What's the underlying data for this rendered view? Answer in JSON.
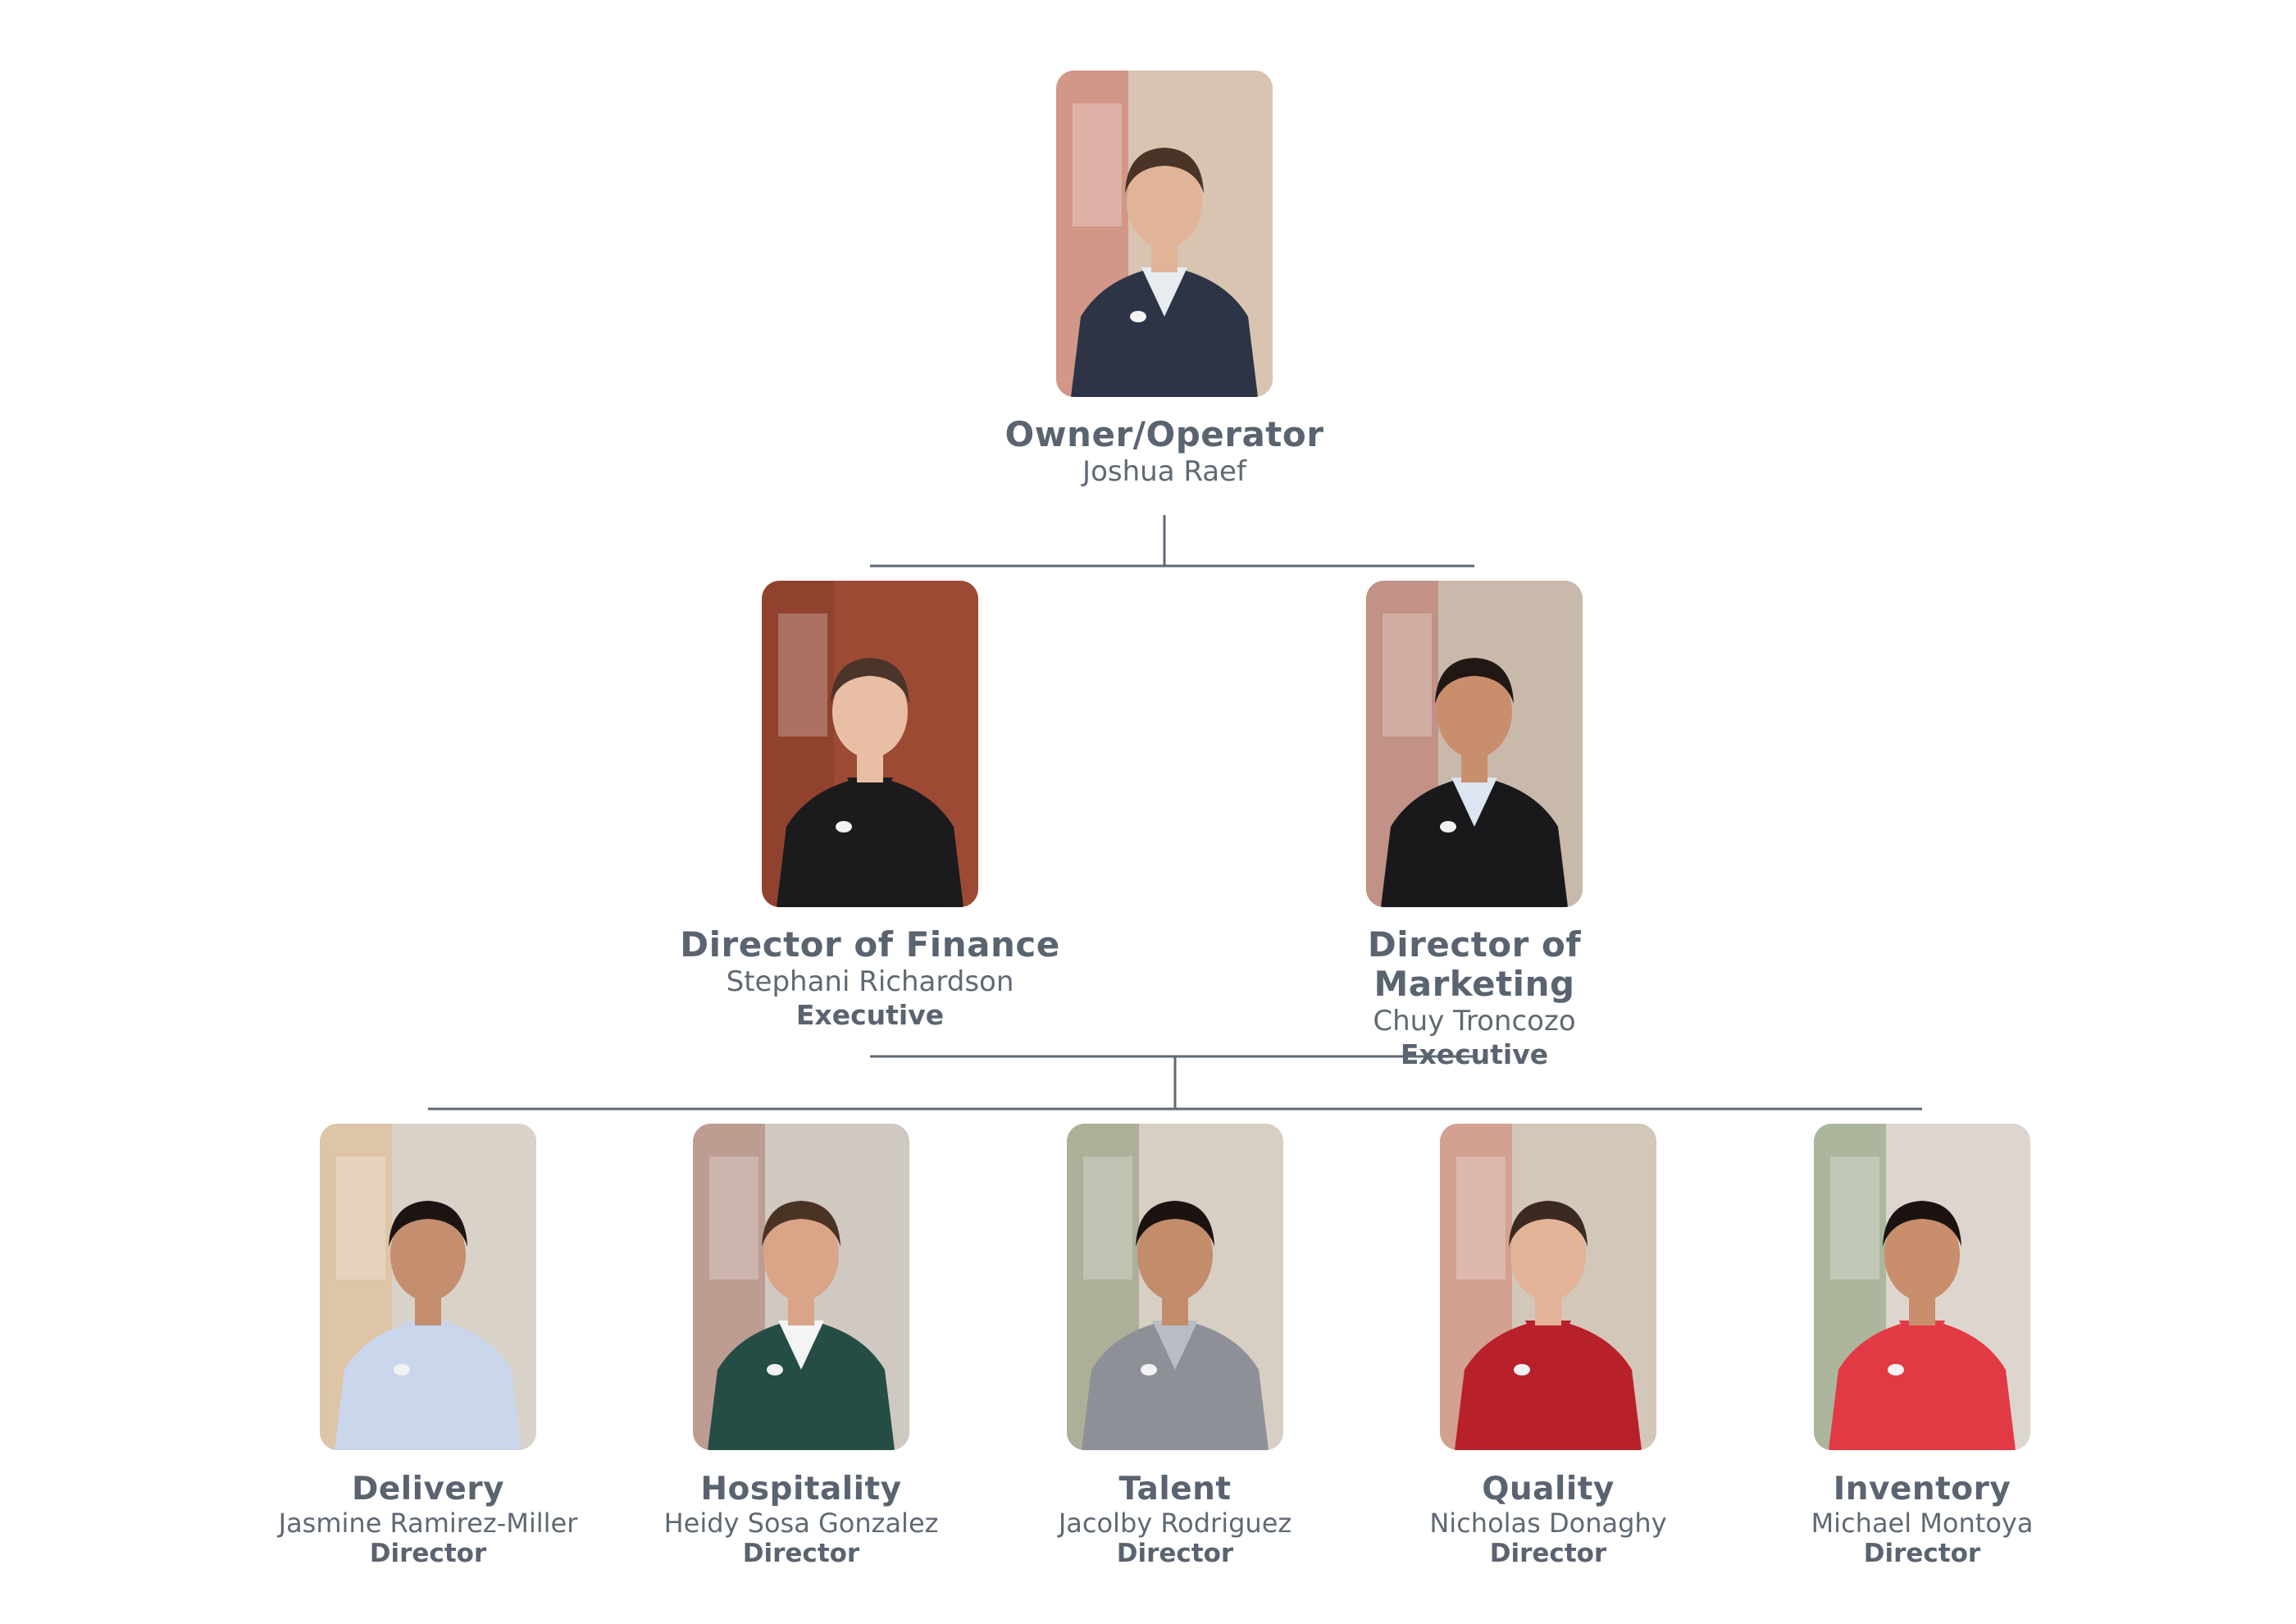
{
  "colors": {
    "line": "#5f6a75",
    "text": "#5a6470",
    "background": "#ffffff"
  },
  "owner": {
    "role": "Owner/Operator",
    "name": "Joshua Raef",
    "photo": {
      "bg": "#d8c4b0",
      "accent": "#c9463f",
      "shirt": "#e8ecf0",
      "body": "#2c3446",
      "skin": "#e2b497",
      "hair": "#4a3327"
    }
  },
  "executives": [
    {
      "role": "Director of Finance",
      "name": "Stephani Richardson",
      "level": "Executive",
      "photo": {
        "bg": "#9c4a34",
        "accent": "#7a3526",
        "shirt": "#1b1b1d",
        "body": "#1b1b1d",
        "skin": "#e8bfa5",
        "hair": "#4b352b"
      }
    },
    {
      "role": "Director of Marketing",
      "name": "Chuy Troncozo",
      "level": "Executive",
      "photo": {
        "bg": "#c9b9ab",
        "accent": "#b24a3e",
        "shirt": "#dde5f3",
        "body": "#19191c",
        "skin": "#c98f6c",
        "hair": "#211714"
      }
    }
  ],
  "directors": [
    {
      "role": "Delivery",
      "name": "Jasmine Ramirez-Miller",
      "level": "Director",
      "photo": {
        "bg": "#d9d2c8",
        "accent": "#e8b06a",
        "shirt": "#c9d6ec",
        "body": "#c9d6ec",
        "skin": "#c58e6f",
        "hair": "#1c1412"
      }
    },
    {
      "role": "Hospitality",
      "name": "Heidy Sosa Gonzalez",
      "level": "Director",
      "photo": {
        "bg": "#cfc9c2",
        "accent": "#9a4b3a",
        "shirt": "#f4f4f4",
        "body": "#244d45",
        "skin": "#d9a487",
        "hair": "#4b3324"
      }
    },
    {
      "role": "Talent",
      "name": "Jacolby Rodriguez",
      "level": "Director",
      "photo": {
        "bg": "#d7cfc4",
        "accent": "#5f7348",
        "shirt": "#b9bcc2",
        "body": "#8d9097",
        "skin": "#c38c6a",
        "hair": "#1b1310"
      }
    },
    {
      "role": "Quality",
      "name": "Nicholas Donaghy",
      "level": "Director",
      "photo": {
        "bg": "#d3c7b9",
        "accent": "#d35a48",
        "shirt": "#b8202a",
        "body": "#b8202a",
        "skin": "#e2b397",
        "hair": "#3a2a22"
      }
    },
    {
      "role": "Inventory",
      "name": "Michael Montoya",
      "level": "Director",
      "photo": {
        "bg": "#ddd6cf",
        "accent": "#4f7a3e",
        "shirt": "#e23a44",
        "body": "#e23a44",
        "skin": "#c98e6b",
        "hair": "#1b1311"
      }
    }
  ]
}
